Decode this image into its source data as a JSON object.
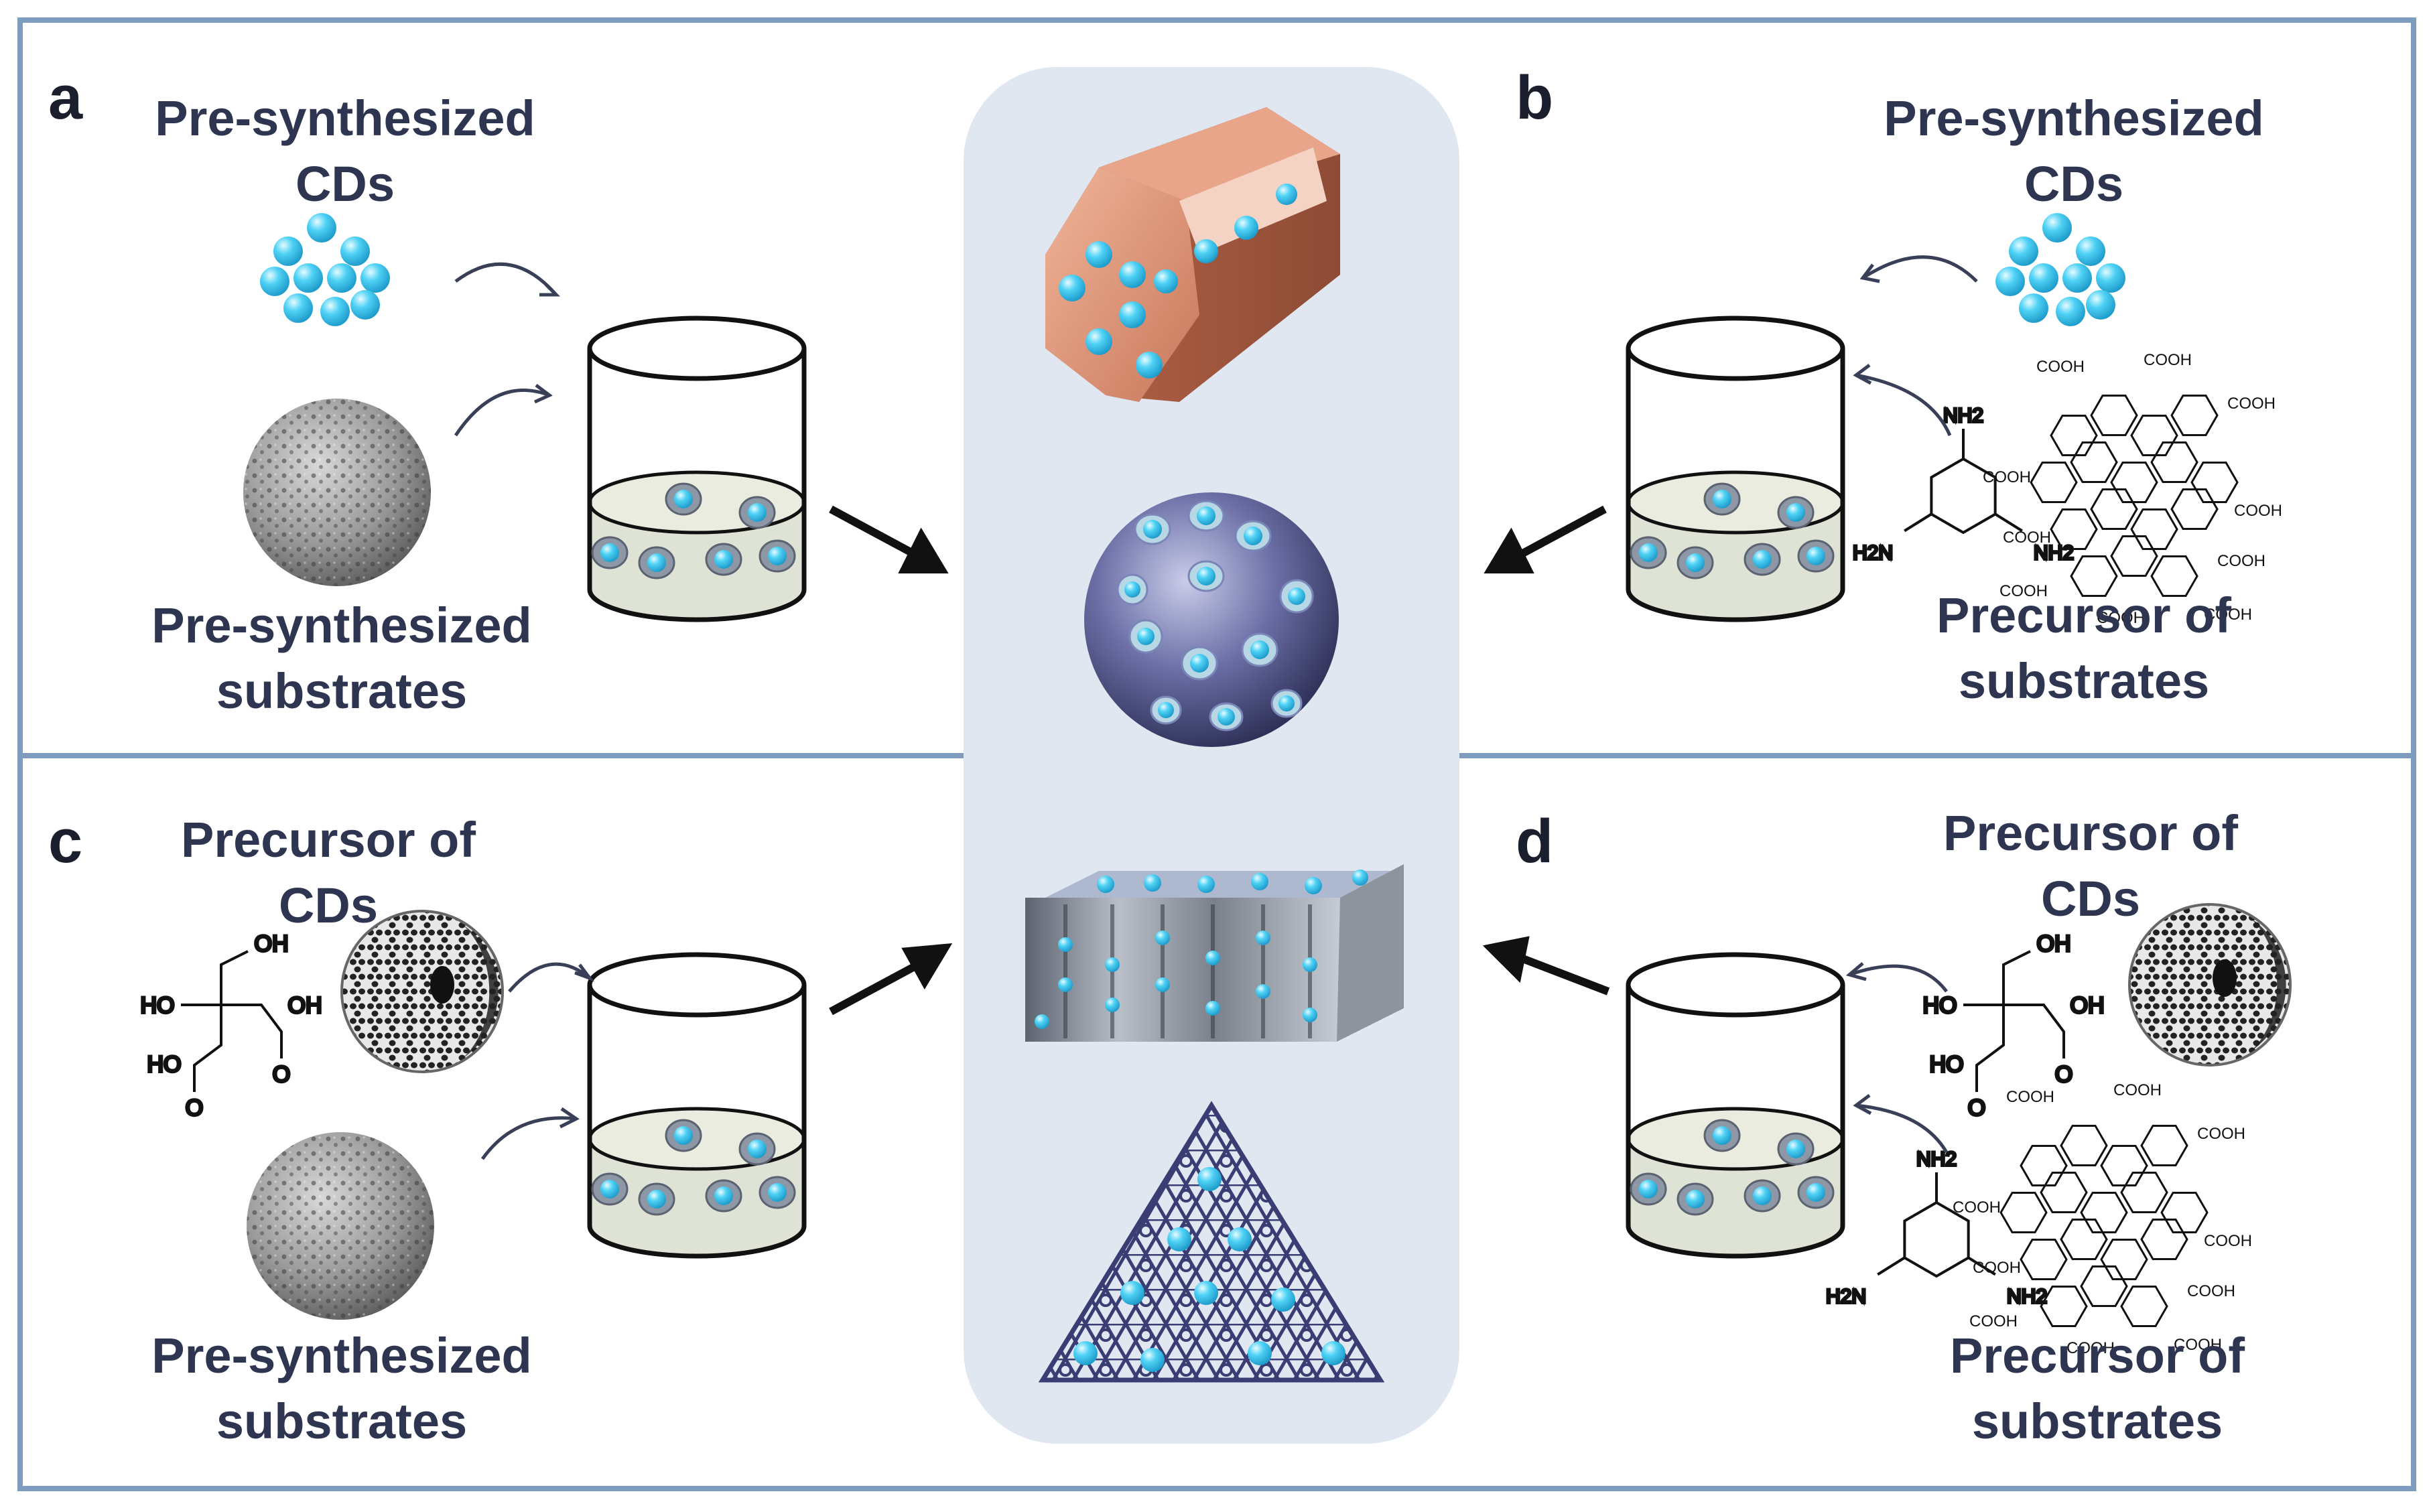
{
  "panels": {
    "a": {
      "letter": "a",
      "cds_label": [
        "Pre-synthesized",
        "CDs"
      ],
      "substrate_label": [
        "Pre-synthesized",
        "substrates"
      ]
    },
    "b": {
      "letter": "b",
      "cds_label": [
        "Pre-synthesized",
        "CDs"
      ],
      "substrate_label": [
        "Precursor of",
        "substrates"
      ]
    },
    "c": {
      "letter": "c",
      "cds_label": [
        "Precursor of",
        "CDs"
      ],
      "substrate_label": [
        "Pre-synthesized",
        "substrates"
      ]
    },
    "d": {
      "letter": "d",
      "cds_label": [
        "Precursor of",
        "CDs"
      ],
      "substrate_label": [
        "Precursor of",
        "substrates"
      ]
    }
  },
  "chemical_labels": {
    "amine": "NH",
    "amine_subscript": "2",
    "amine_left": "H",
    "amine_left_subscript": "2",
    "amine_left_n": "N",
    "carboxyl": "OH",
    "carboxyl_full": "COOH",
    "hydroxyl": "HO",
    "ring_n": "N",
    "ring_o": "O"
  },
  "colors": {
    "border": "#7d9cc0",
    "center_panel": "#e1e7f1",
    "cd_dot": "#35c3ea",
    "text": "#2e3550",
    "arrow": "#111111"
  }
}
